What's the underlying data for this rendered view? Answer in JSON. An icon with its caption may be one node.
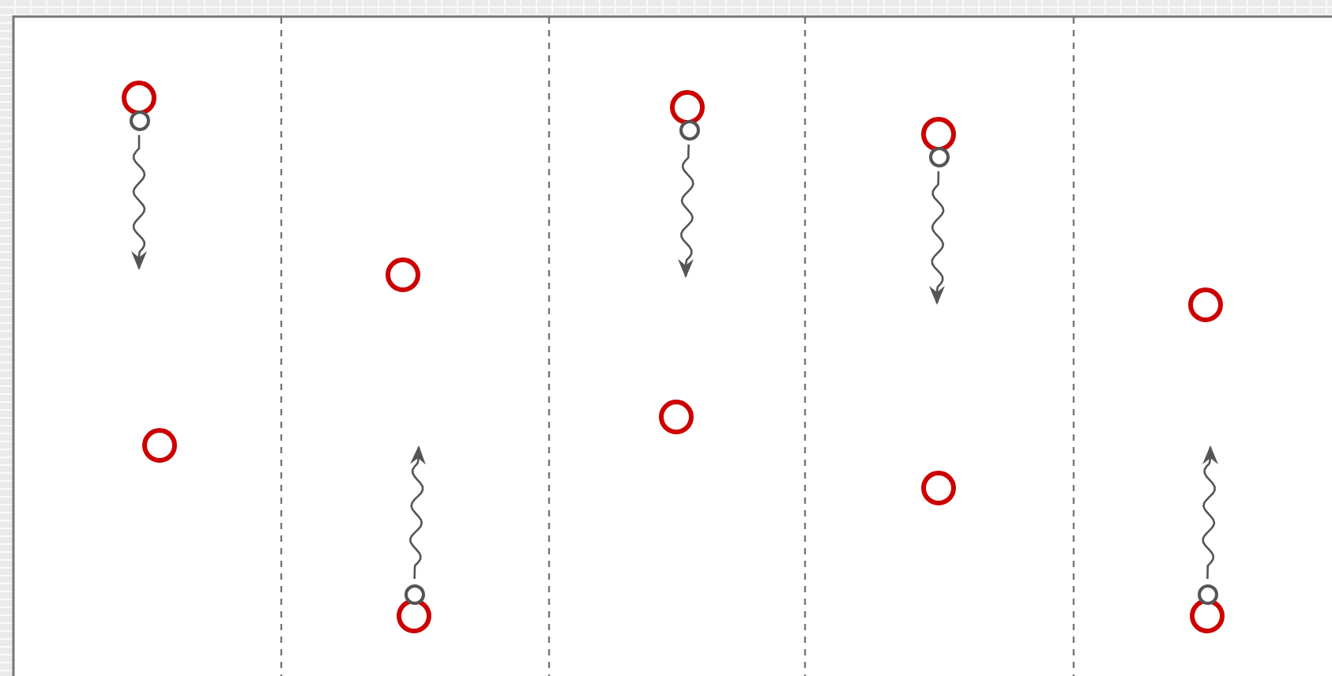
{
  "diagram": {
    "nodes": [
      {
        "text": [],
        "shape": "circle"
      },
      {
        "text": [],
        "shape": "circle"
      },
      {
        "text": [],
        "shape": "circle"
      },
      {
        "text": [],
        "shape": "circle"
      },
      {
        "text": [],
        "shape": "circle"
      },
      {
        "text": [],
        "shape": "circle"
      },
      {
        "text": [],
        "shape": "circle"
      },
      {
        "text": [],
        "shape": "circle"
      },
      {
        "text": [],
        "shape": "circle"
      },
      {
        "text": [],
        "shape": "circle"
      },
      {
        "text": [],
        "shape": "circle"
      },
      {
        "text": [],
        "shape": "circle"
      },
      {
        "text": [],
        "shape": "circle"
      },
      {
        "text": [],
        "shape": "circle"
      },
      {
        "text": [],
        "shape": "circle"
      }
    ],
    "edges": [
      {
        "from": 1,
        "to": null,
        "arrow": "to"
      },
      {
        "from": 4,
        "to": null,
        "arrow": "to"
      },
      {
        "from": 7,
        "to": null,
        "arrow": "to"
      },
      {
        "from": 10,
        "to": null,
        "arrow": "to"
      },
      {
        "from": 13,
        "to": null,
        "arrow": "to"
      }
    ]
  }
}
